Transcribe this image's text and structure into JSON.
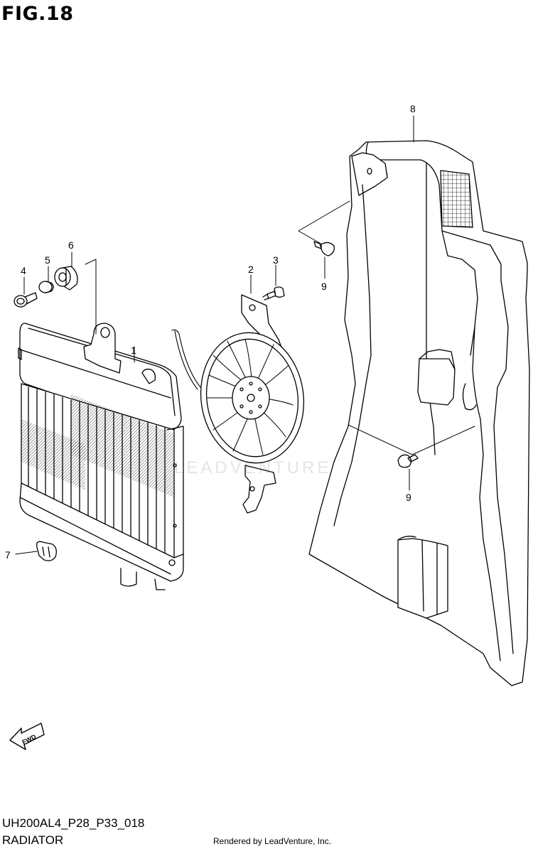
{
  "figure": {
    "title": "FIG.18",
    "code": "UH200AL4_P28_P33_018",
    "name": "RADIATOR"
  },
  "watermark": "LEADVENTURE",
  "credit": "Rendered by LeadVenture, Inc.",
  "fwd_label": "FWD",
  "callouts": [
    {
      "id": "1",
      "label": "1"
    },
    {
      "id": "2",
      "label": "2"
    },
    {
      "id": "3",
      "label": "3"
    },
    {
      "id": "4",
      "label": "4"
    },
    {
      "id": "5",
      "label": "5"
    },
    {
      "id": "6",
      "label": "6"
    },
    {
      "id": "7",
      "label": "7"
    },
    {
      "id": "8",
      "label": "8"
    },
    {
      "id": "9a",
      "label": "9"
    },
    {
      "id": "9b",
      "label": "9"
    }
  ]
}
